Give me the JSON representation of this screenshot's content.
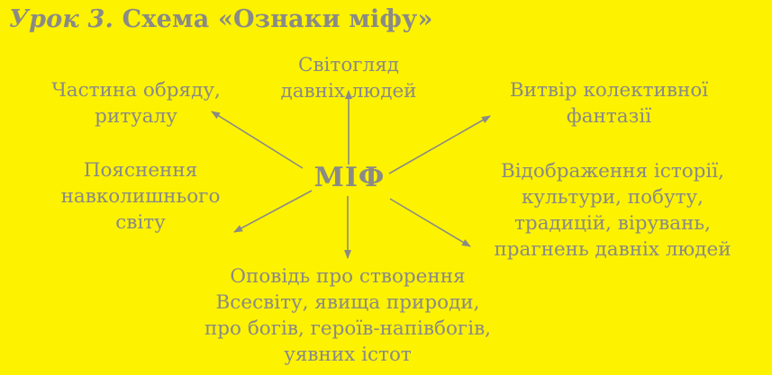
{
  "header": {
    "lesson": "Урок 3.",
    "title": "Схема «Ознаки міфу»"
  },
  "diagram": {
    "center": "МІФ",
    "nodes": {
      "top": [
        "Світогляд",
        "давніх людей"
      ],
      "top_left": [
        "Частина обряду,",
        "ритуалу"
      ],
      "top_right": [
        "Витвір колективної",
        "фантазії"
      ],
      "left": [
        "Пояснення",
        "навколишнього",
        "світу"
      ],
      "right": [
        "Відображення історії,",
        "культури, побуту,",
        "традицій, вірувань,",
        "прагнень  давніх людей"
      ],
      "bottom": [
        "Оповідь про створення",
        "Всесвіту, явища природи,",
        "про богів, героїв-напівбогів,",
        "уявних істот"
      ]
    }
  },
  "colors": {
    "background": "#fdf200",
    "text": "#8a8a86",
    "arrow": "#8a8a86"
  }
}
